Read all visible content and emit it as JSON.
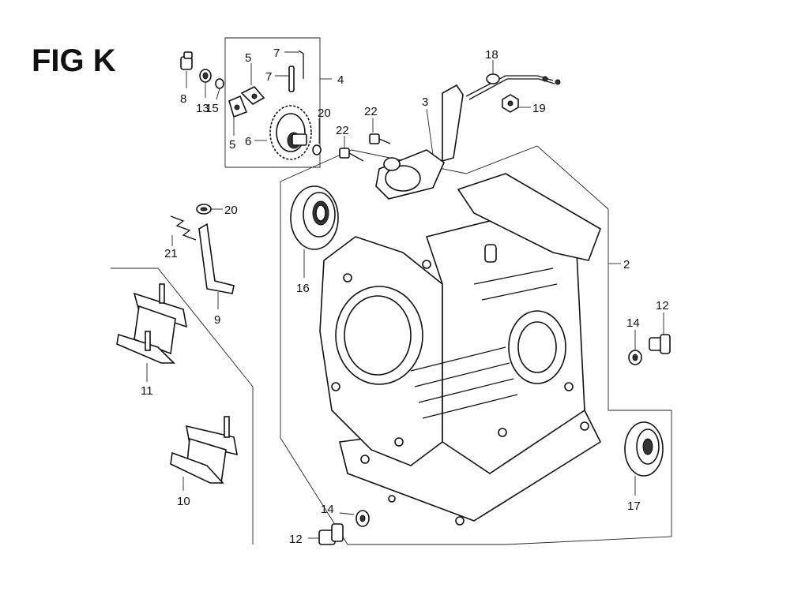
{
  "figure": {
    "title": "FIG K"
  },
  "callouts": {
    "c2": "2",
    "c3": "3",
    "c4": "4",
    "c5a": "5",
    "c5b": "5",
    "c6": "6",
    "c7a": "7",
    "c7b": "7",
    "c8": "8",
    "c9": "9",
    "c10": "10",
    "c11": "11",
    "c12a": "12",
    "c12b": "12",
    "c13": "13",
    "c14a": "14",
    "c14b": "14",
    "c15": "15",
    "c16": "16",
    "c17": "17",
    "c18": "18",
    "c19": "19",
    "c20a": "20",
    "c20b": "20",
    "c21": "21",
    "c22a": "22",
    "c22b": "22"
  }
}
